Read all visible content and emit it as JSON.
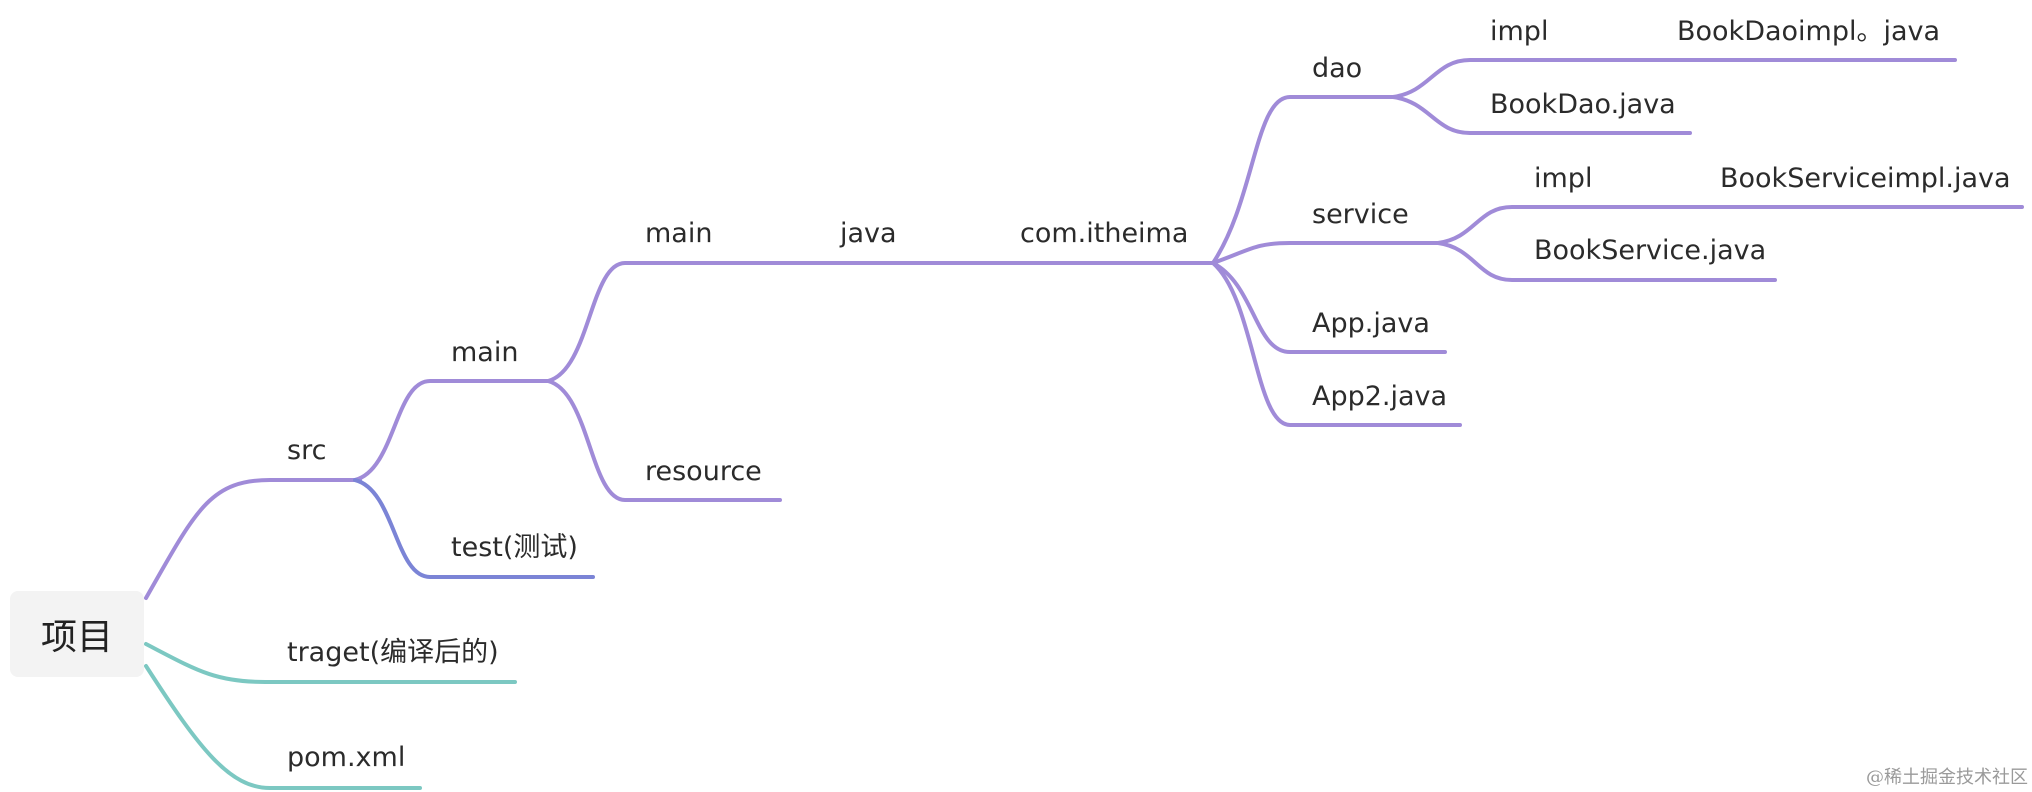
{
  "colors": {
    "purple": "#a08bd8",
    "blue": "#7b84d6",
    "teal": "#7cc8c2"
  },
  "root": {
    "label": "项目"
  },
  "nodes": {
    "src": "src",
    "target": "traget(编译后的)",
    "pom": "pom.xml",
    "main_1": "main",
    "test": "test(测试)",
    "main_2": "main",
    "resource": "resource",
    "java": "java",
    "package": "com.itheima",
    "dao": "dao",
    "service": "service",
    "app": "App.java",
    "app2": "App2.java",
    "dao_impl": "impl",
    "book_dao": "BookDao.java",
    "book_dao_impl": "BookDaoimpl。java",
    "service_impl": "impl",
    "book_service": "BookService.java",
    "book_service_impl": "BookServiceimpl.java"
  },
  "watermark": "@稀土掘金技术社区"
}
